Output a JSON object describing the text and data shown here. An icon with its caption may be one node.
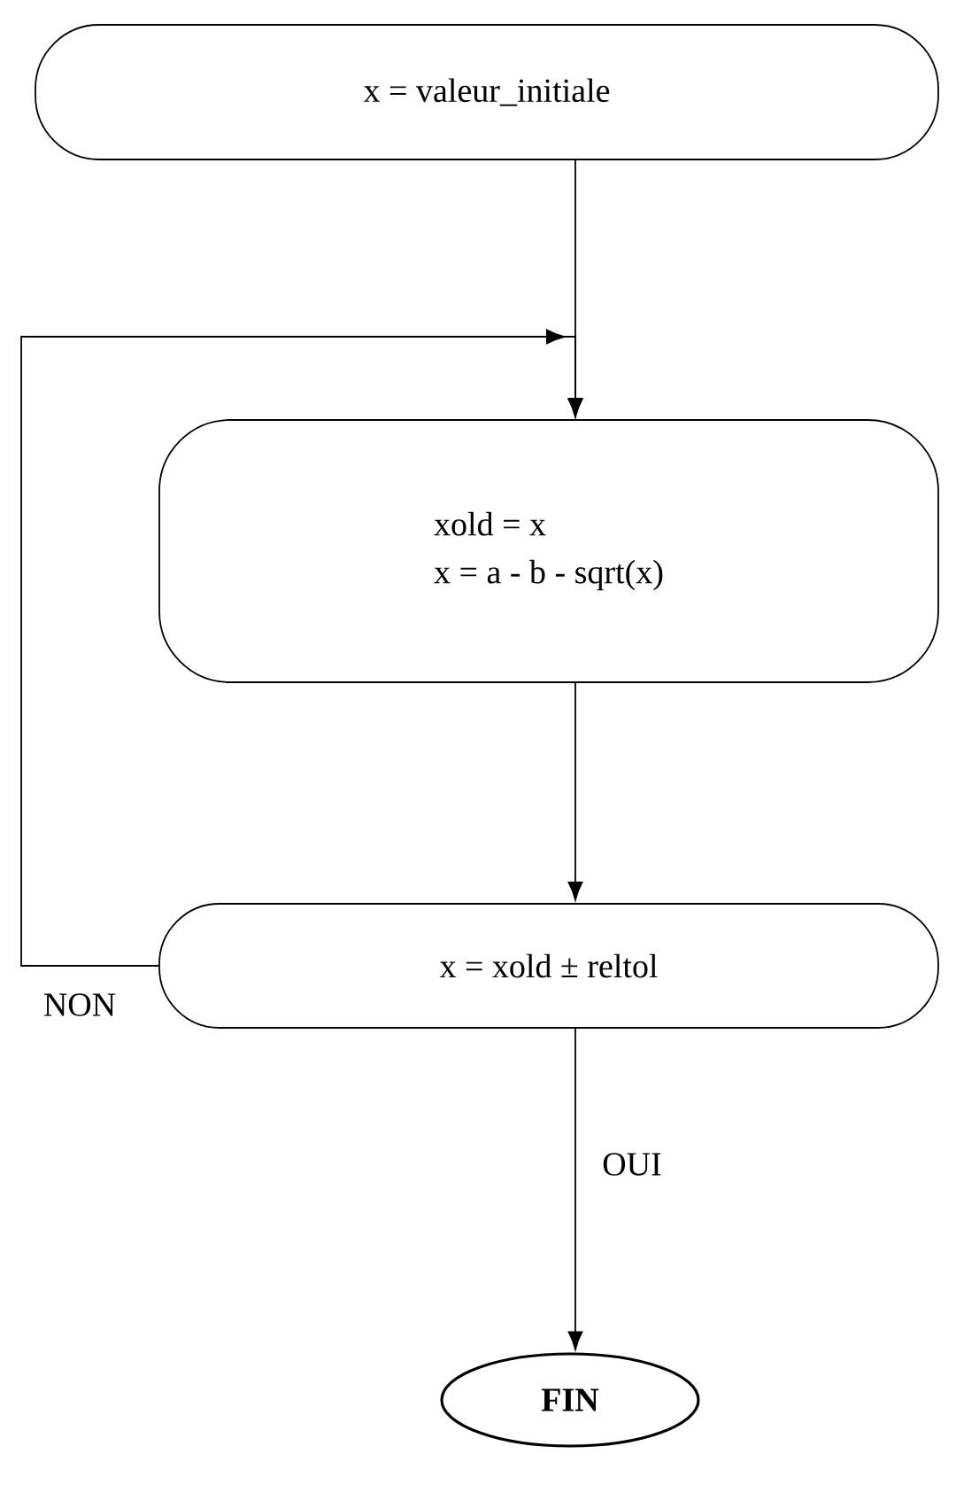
{
  "diagram": {
    "nodes": [
      {
        "text": [
          "x = valeur_initiale"
        ]
      },
      {
        "text": [
          "xold = x",
          "x = a - b - sqrt(x)"
        ]
      },
      {
        "text": [
          "x = xold ± reltol"
        ]
      },
      {
        "text": [
          "FIN"
        ]
      }
    ],
    "edges": [
      {
        "from": 0,
        "to": 1,
        "arrow": "to"
      },
      {
        "from": 2,
        "to": 1,
        "arrow": "to",
        "label": "NON"
      },
      {
        "from": 1,
        "to": 2,
        "arrow": "to"
      },
      {
        "from": 2,
        "to": 3,
        "arrow": "to",
        "label": "OUI"
      }
    ]
  }
}
